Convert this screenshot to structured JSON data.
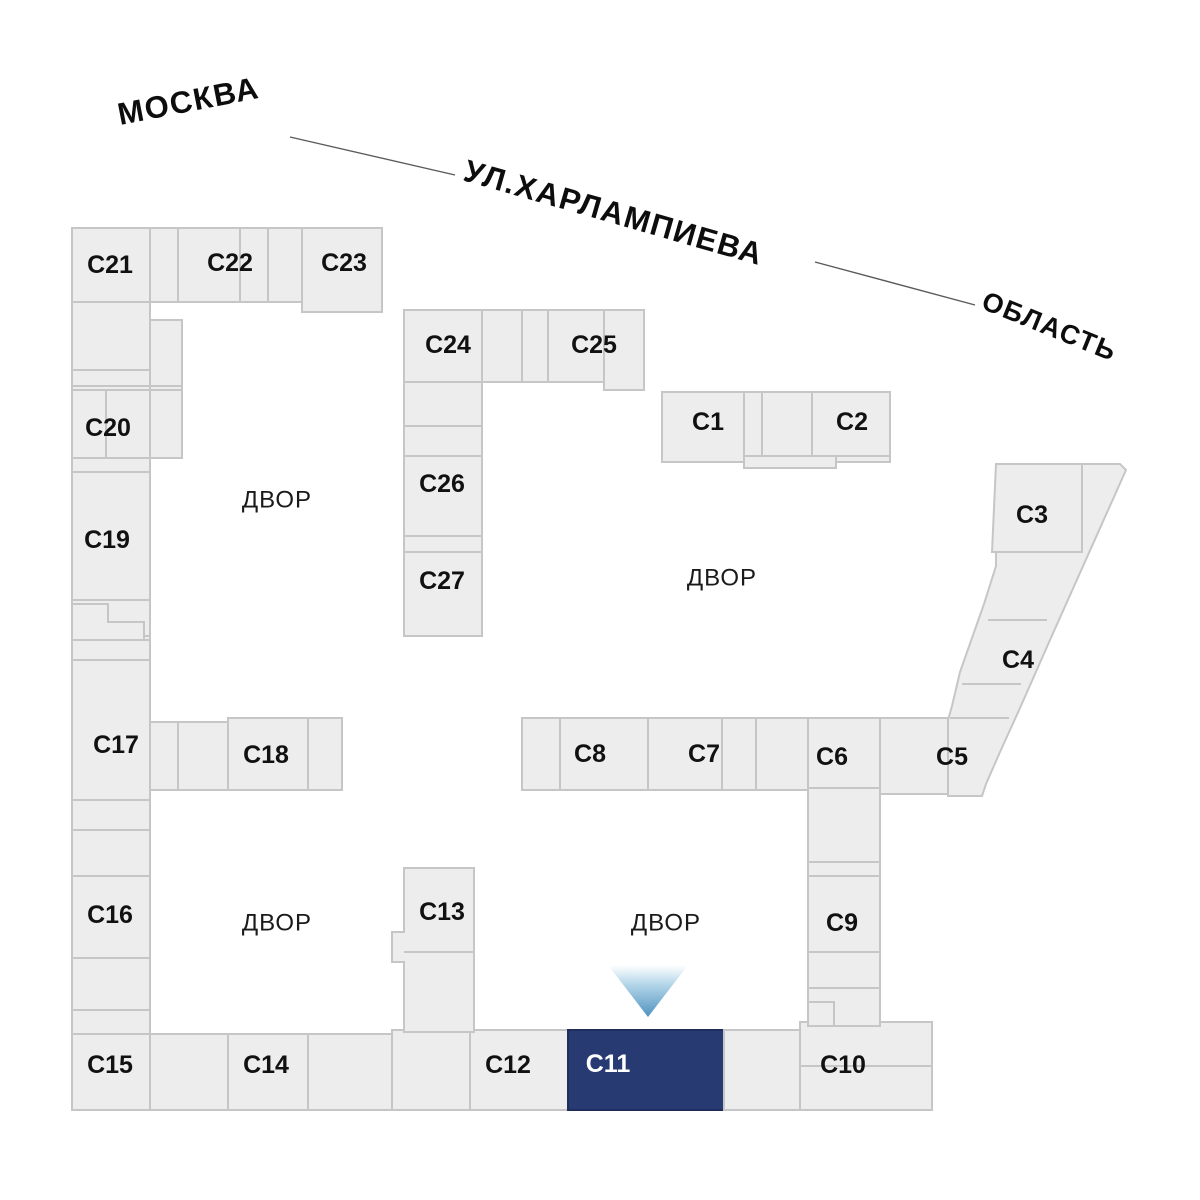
{
  "plan": {
    "title_tag": "site-plan",
    "colors": {
      "background": "#ffffff",
      "block_fill": "#ededed",
      "block_stroke": "#c6c6c6",
      "selected_fill": "#283a72",
      "selected_text": "#ffffff",
      "label_text": "#111111",
      "marker_top": "#ffffff",
      "marker_bottom": "#5b9bc4",
      "leader_line": "#5a5a5a"
    },
    "streets": [
      {
        "name": "street-label-moskva",
        "text": "МОСКВА",
        "rotation": -11
      },
      {
        "name": "street-label-main",
        "text": "УЛ.ХАРЛАМПИЕВА",
        "rotation": 16
      },
      {
        "name": "street-label-oblast",
        "text": "ОБЛАСТЬ",
        "rotation": 22
      }
    ],
    "yards": [
      {
        "name": "yard-label-northwest",
        "text": "ДВОР"
      },
      {
        "name": "yard-label-northeast",
        "text": "ДВОР"
      },
      {
        "name": "yard-label-southwest",
        "text": "ДВОР"
      },
      {
        "name": "yard-label-southeast",
        "text": "ДВОР"
      }
    ],
    "selected_unit": "C11",
    "units": [
      {
        "id": "C1",
        "label": "C1",
        "selected": false
      },
      {
        "id": "C2",
        "label": "C2",
        "selected": false
      },
      {
        "id": "C3",
        "label": "C3",
        "selected": false
      },
      {
        "id": "C4",
        "label": "C4",
        "selected": false
      },
      {
        "id": "C5",
        "label": "C5",
        "selected": false
      },
      {
        "id": "C6",
        "label": "C6",
        "selected": false
      },
      {
        "id": "C7",
        "label": "C7",
        "selected": false
      },
      {
        "id": "C8",
        "label": "C8",
        "selected": false
      },
      {
        "id": "C9",
        "label": "C9",
        "selected": false
      },
      {
        "id": "C10",
        "label": "C10",
        "selected": false
      },
      {
        "id": "C11",
        "label": "C11",
        "selected": true
      },
      {
        "id": "C12",
        "label": "C12",
        "selected": false
      },
      {
        "id": "C13",
        "label": "C13",
        "selected": false
      },
      {
        "id": "C14",
        "label": "C14",
        "selected": false
      },
      {
        "id": "C15",
        "label": "C15",
        "selected": false
      },
      {
        "id": "C16",
        "label": "C16",
        "selected": false
      },
      {
        "id": "C17",
        "label": "C17",
        "selected": false
      },
      {
        "id": "C18",
        "label": "C18",
        "selected": false
      },
      {
        "id": "C19",
        "label": "C19",
        "selected": false
      },
      {
        "id": "C20",
        "label": "C20",
        "selected": false
      },
      {
        "id": "C21",
        "label": "C21",
        "selected": false
      },
      {
        "id": "C22",
        "label": "C22",
        "selected": false
      },
      {
        "id": "C23",
        "label": "C23",
        "selected": false
      },
      {
        "id": "C24",
        "label": "C24",
        "selected": false
      },
      {
        "id": "C25",
        "label": "C25",
        "selected": false
      },
      {
        "id": "C26",
        "label": "C26",
        "selected": false
      },
      {
        "id": "C27",
        "label": "C27",
        "selected": false
      }
    ],
    "marker": {
      "name": "selected-unit-pointer-icon",
      "points_to": "C11"
    }
  }
}
